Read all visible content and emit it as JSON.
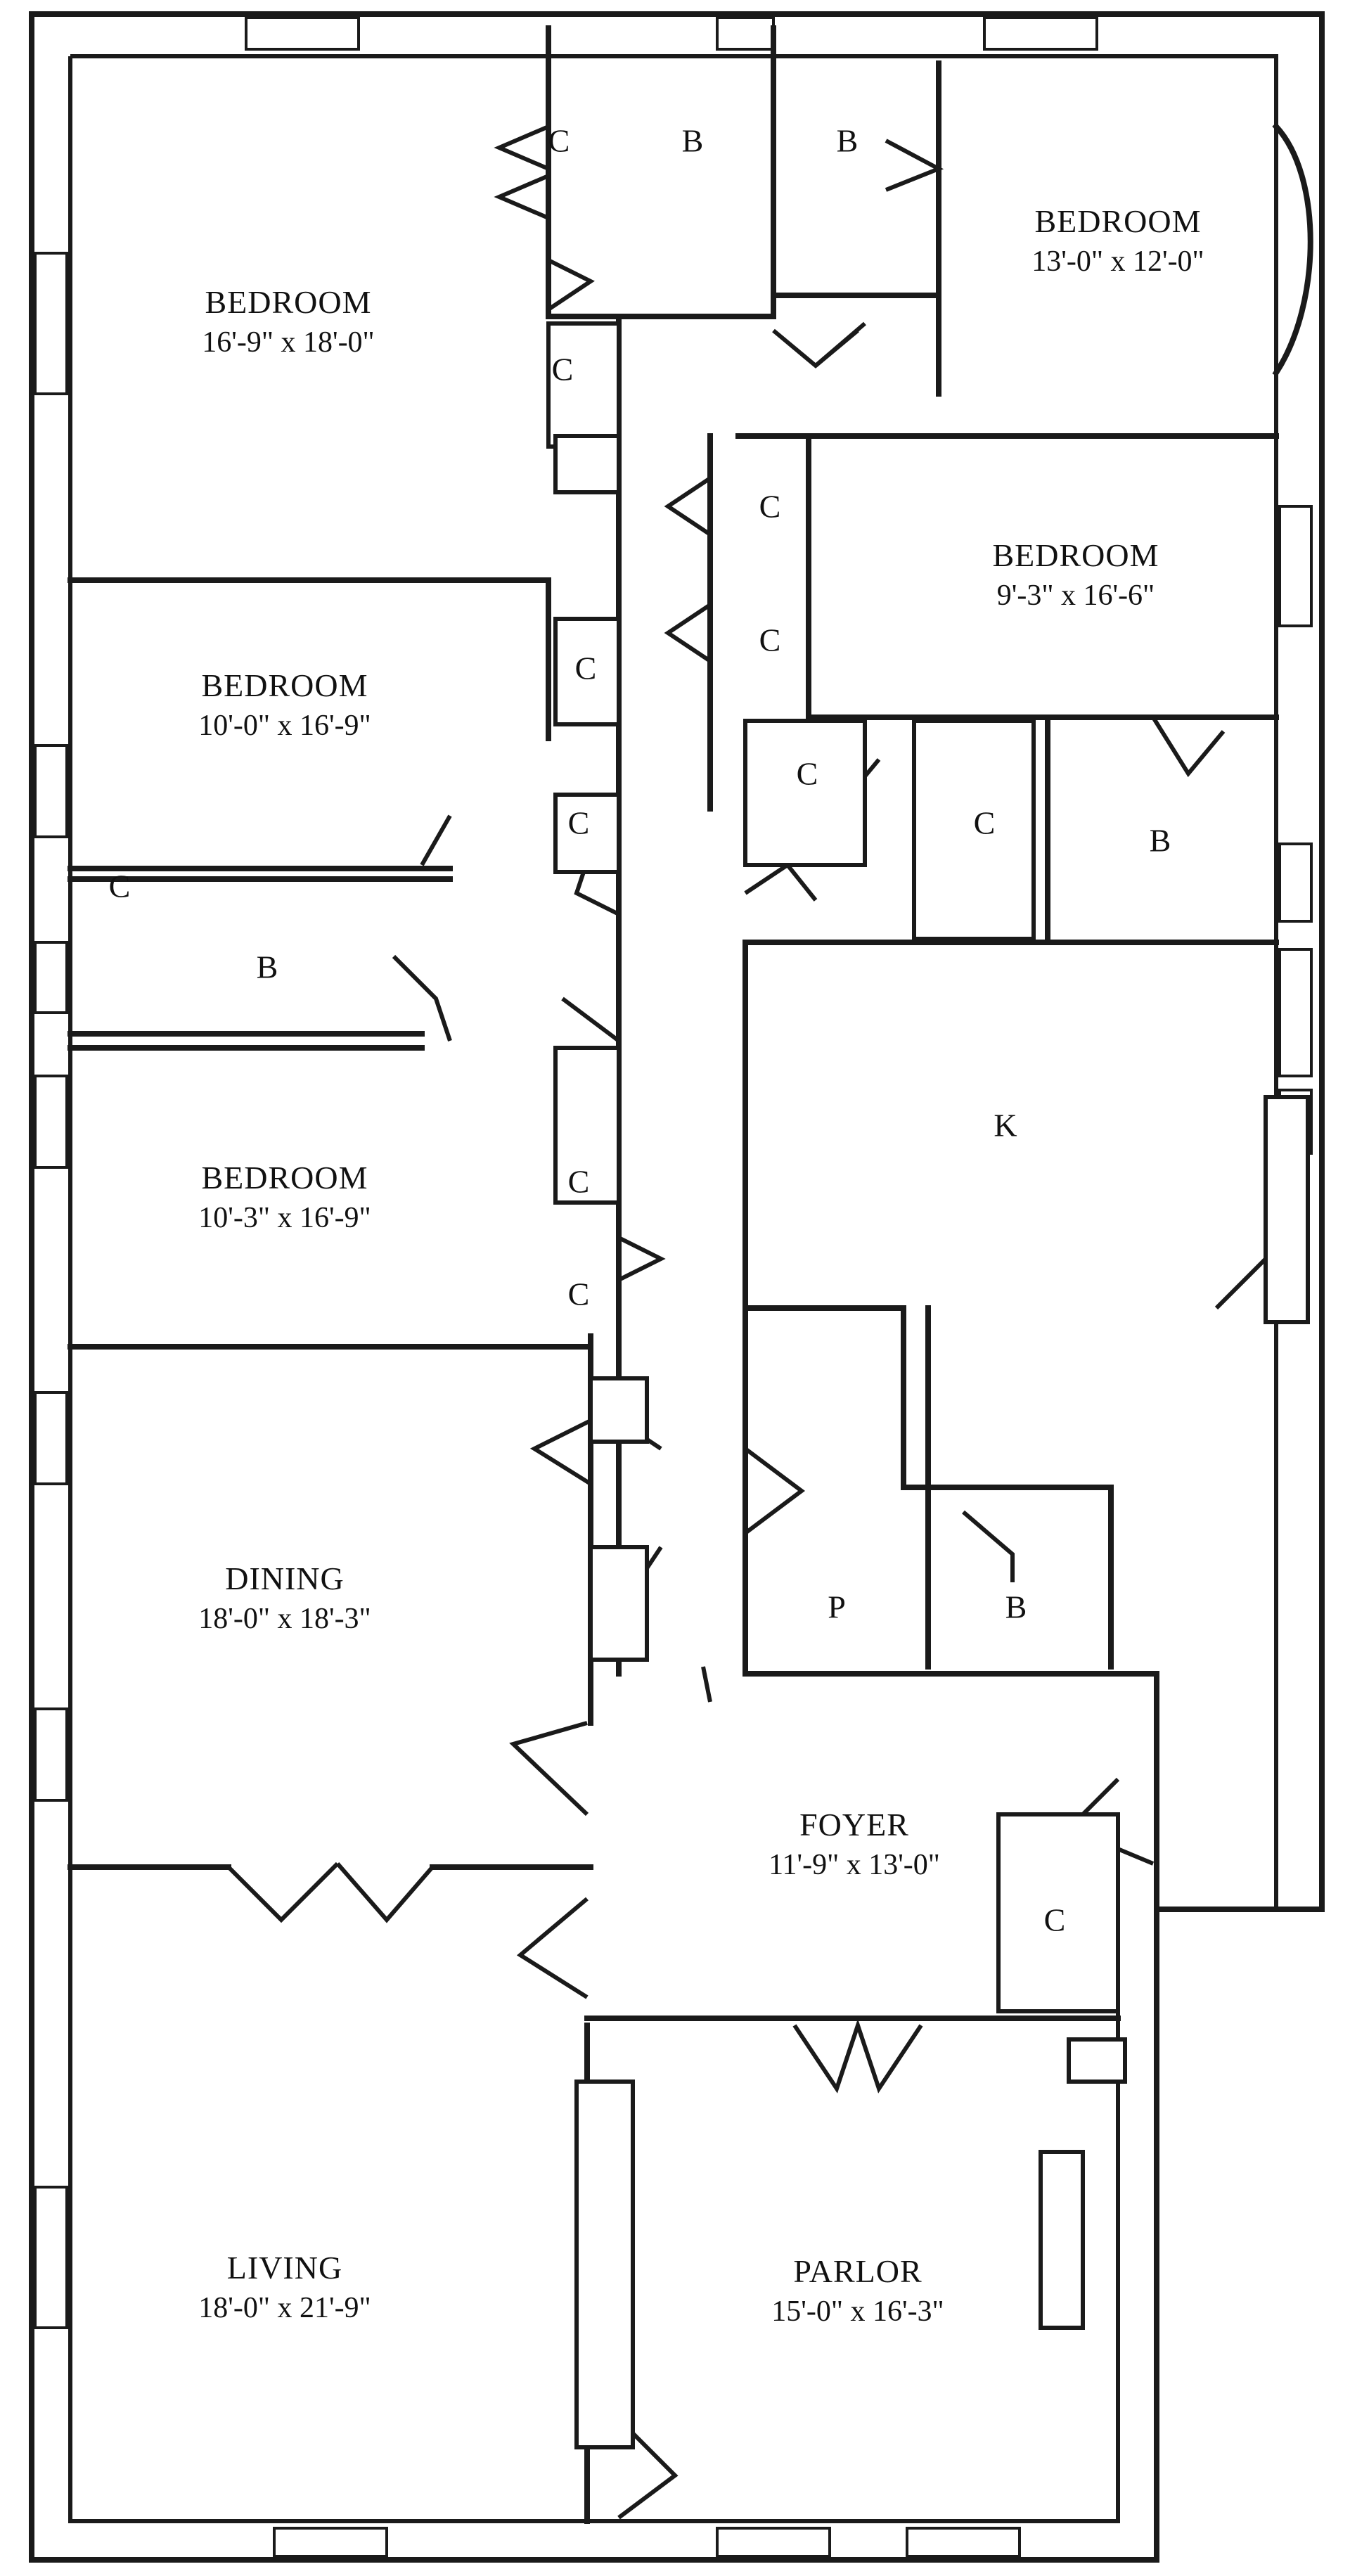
{
  "rooms": [
    {
      "id": "bedroom-1",
      "name": "BEDROOM",
      "dims": "16'-9\" x 18'-0\""
    },
    {
      "id": "bedroom-2",
      "name": "BEDROOM",
      "dims": "13'-0\" x 12'-0\""
    },
    {
      "id": "bedroom-3",
      "name": "BEDROOM",
      "dims": "9'-3\" x 16'-6\""
    },
    {
      "id": "bedroom-4",
      "name": "BEDROOM",
      "dims": "10'-0\" x 16'-9\""
    },
    {
      "id": "bedroom-5",
      "name": "BEDROOM",
      "dims": "10'-3\" x 16'-9\""
    },
    {
      "id": "dining",
      "name": "DINING",
      "dims": "18'-0\" x 18'-3\""
    },
    {
      "id": "foyer",
      "name": "FOYER",
      "dims": "11'-9\" x 13'-0\""
    },
    {
      "id": "living",
      "name": "LIVING",
      "dims": "18'-0\" x 21'-9\""
    },
    {
      "id": "parlor",
      "name": "PARLOR",
      "dims": "15'-0\" x 16'-3\""
    }
  ],
  "labels": {
    "closet": "C",
    "bath": "B",
    "kitchen": "K",
    "pantry": "P",
    "bath_alt": "B"
  }
}
